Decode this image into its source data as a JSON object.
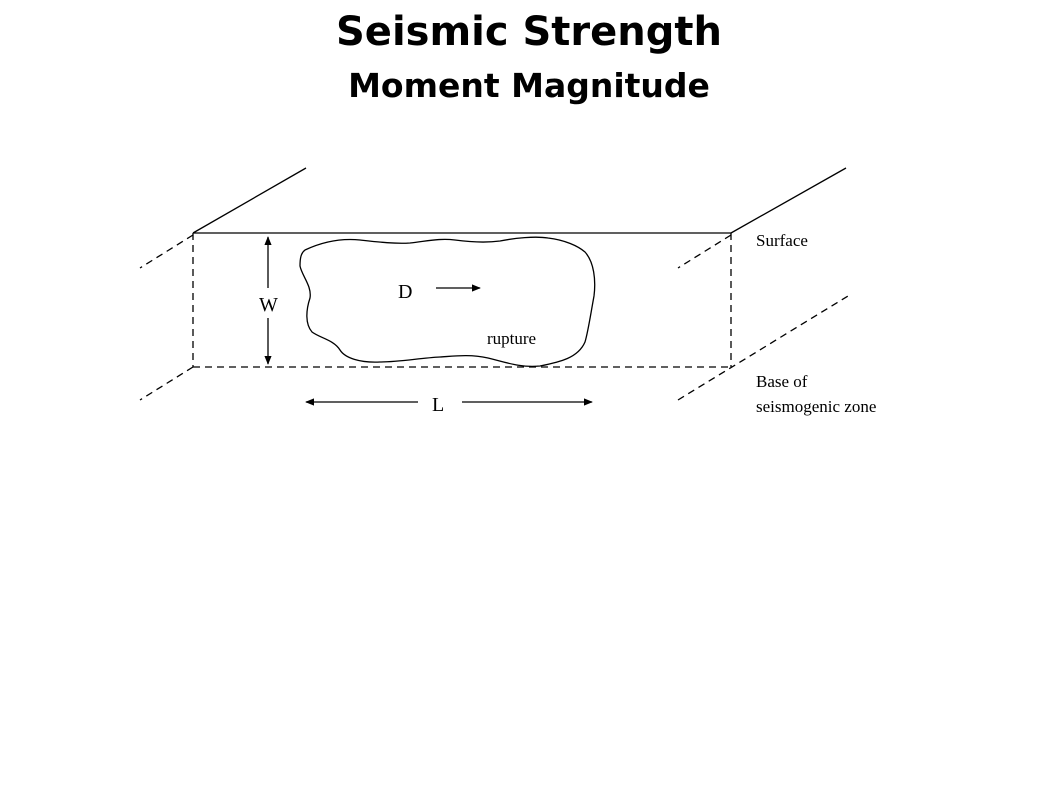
{
  "title": "Seismic Strength",
  "subtitle": "Moment Magnitude",
  "diagram": {
    "labels": {
      "surface": "Surface",
      "base_line1": "Base of",
      "base_line2": "seismogenic zone",
      "width": "W",
      "length": "L",
      "slip": "D",
      "rupture": "rupture"
    },
    "colors": {
      "ink": "#000000",
      "background": "#ffffff"
    }
  }
}
